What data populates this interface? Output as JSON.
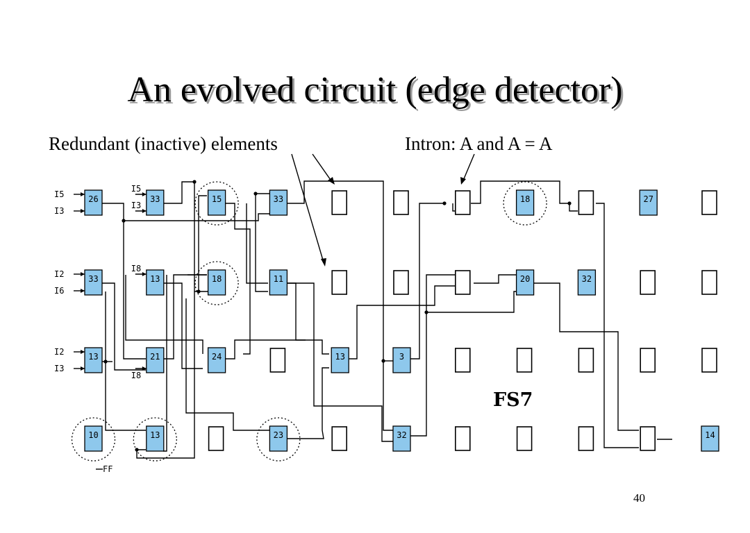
{
  "slide": {
    "title": "An evolved circuit (edge detector)",
    "label_redundant": "Redundant (inactive) elements",
    "label_intron": "Intron: A and A = A",
    "page_number": "40"
  },
  "diagram": {
    "grid_label": "FS7",
    "output_flipflop_label": "FF",
    "cells": [
      {
        "id": "c26",
        "value": "26",
        "col": 0,
        "row": 0
      },
      {
        "id": "c33a",
        "value": "33",
        "col": 1,
        "row": 0
      },
      {
        "id": "c15",
        "value": "15",
        "col": 2,
        "row": 0
      },
      {
        "id": "c33b",
        "value": "33",
        "col": 3,
        "row": 0
      },
      {
        "id": "c18a",
        "value": "18",
        "col": 7,
        "row": 0
      },
      {
        "id": "c27",
        "value": "27",
        "col": 9,
        "row": 0
      },
      {
        "id": "c33c",
        "value": "33",
        "col": 0,
        "row": 1
      },
      {
        "id": "c13a",
        "value": "13",
        "col": 1,
        "row": 1
      },
      {
        "id": "c18b",
        "value": "18",
        "col": 2,
        "row": 1
      },
      {
        "id": "c11",
        "value": "11",
        "col": 3,
        "row": 1
      },
      {
        "id": "c20",
        "value": "20",
        "col": 7,
        "row": 1
      },
      {
        "id": "c32a",
        "value": "32",
        "col": 8,
        "row": 1
      },
      {
        "id": "c13b",
        "value": "13",
        "col": 0,
        "row": 2
      },
      {
        "id": "c21",
        "value": "21",
        "col": 1,
        "row": 2
      },
      {
        "id": "c24",
        "value": "24",
        "col": 2,
        "row": 2
      },
      {
        "id": "c13c",
        "value": "13",
        "col": 4,
        "row": 2
      },
      {
        "id": "c3",
        "value": "3",
        "col": 5,
        "row": 2
      },
      {
        "id": "c10",
        "value": "10",
        "col": 0,
        "row": 3
      },
      {
        "id": "c13d",
        "value": "13",
        "col": 1,
        "row": 3
      },
      {
        "id": "c23",
        "value": "23",
        "col": 3,
        "row": 3
      },
      {
        "id": "c32b",
        "value": "32",
        "col": 5,
        "row": 3
      },
      {
        "id": "c14",
        "value": "14",
        "col": 10,
        "row": 3
      }
    ],
    "empty_slots": [
      {
        "col": 4,
        "row": 0
      },
      {
        "col": 5,
        "row": 0
      },
      {
        "col": 6,
        "row": 0
      },
      {
        "col": 8,
        "row": 0
      },
      {
        "col": 10,
        "row": 0
      },
      {
        "col": 4,
        "row": 1
      },
      {
        "col": 5,
        "row": 1
      },
      {
        "col": 6,
        "row": 1
      },
      {
        "col": 9,
        "row": 1
      },
      {
        "col": 10,
        "row": 1
      },
      {
        "col": 3,
        "row": 2
      },
      {
        "col": 6,
        "row": 2
      },
      {
        "col": 7,
        "row": 2
      },
      {
        "col": 8,
        "row": 2
      },
      {
        "col": 9,
        "row": 2
      },
      {
        "col": 10,
        "row": 2
      },
      {
        "col": 2,
        "row": 3
      },
      {
        "col": 4,
        "row": 3
      },
      {
        "col": 6,
        "row": 3
      },
      {
        "col": 7,
        "row": 3
      },
      {
        "col": 8,
        "row": 3
      },
      {
        "col": 9,
        "row": 3
      }
    ],
    "highlighted_cells": [
      "c15",
      "c18b",
      "c10",
      "c13d",
      "c23",
      "c18a"
    ],
    "inputs": [
      {
        "label": "I5",
        "cell": "c26",
        "pin": "top",
        "side": "left"
      },
      {
        "label": "I3",
        "cell": "c26",
        "pin": "bottom",
        "side": "left"
      },
      {
        "label": "I5",
        "cell": "c33a",
        "pin": "top",
        "side": "above"
      },
      {
        "label": "I3",
        "cell": "c33a",
        "pin": "bottom",
        "side": "above"
      },
      {
        "label": "I8",
        "cell": "c13a",
        "pin": "top",
        "side": "above"
      },
      {
        "label": "I2",
        "cell": "c33c",
        "pin": "top",
        "side": "left"
      },
      {
        "label": "I6",
        "cell": "c33c",
        "pin": "bottom",
        "side": "left"
      },
      {
        "label": "I2",
        "cell": "c13b",
        "pin": "top",
        "side": "left"
      },
      {
        "label": "I3",
        "cell": "c13b",
        "pin": "bottom",
        "side": "left"
      },
      {
        "label": "I8",
        "cell": "c21",
        "pin": "bottom",
        "side": "below"
      }
    ]
  }
}
